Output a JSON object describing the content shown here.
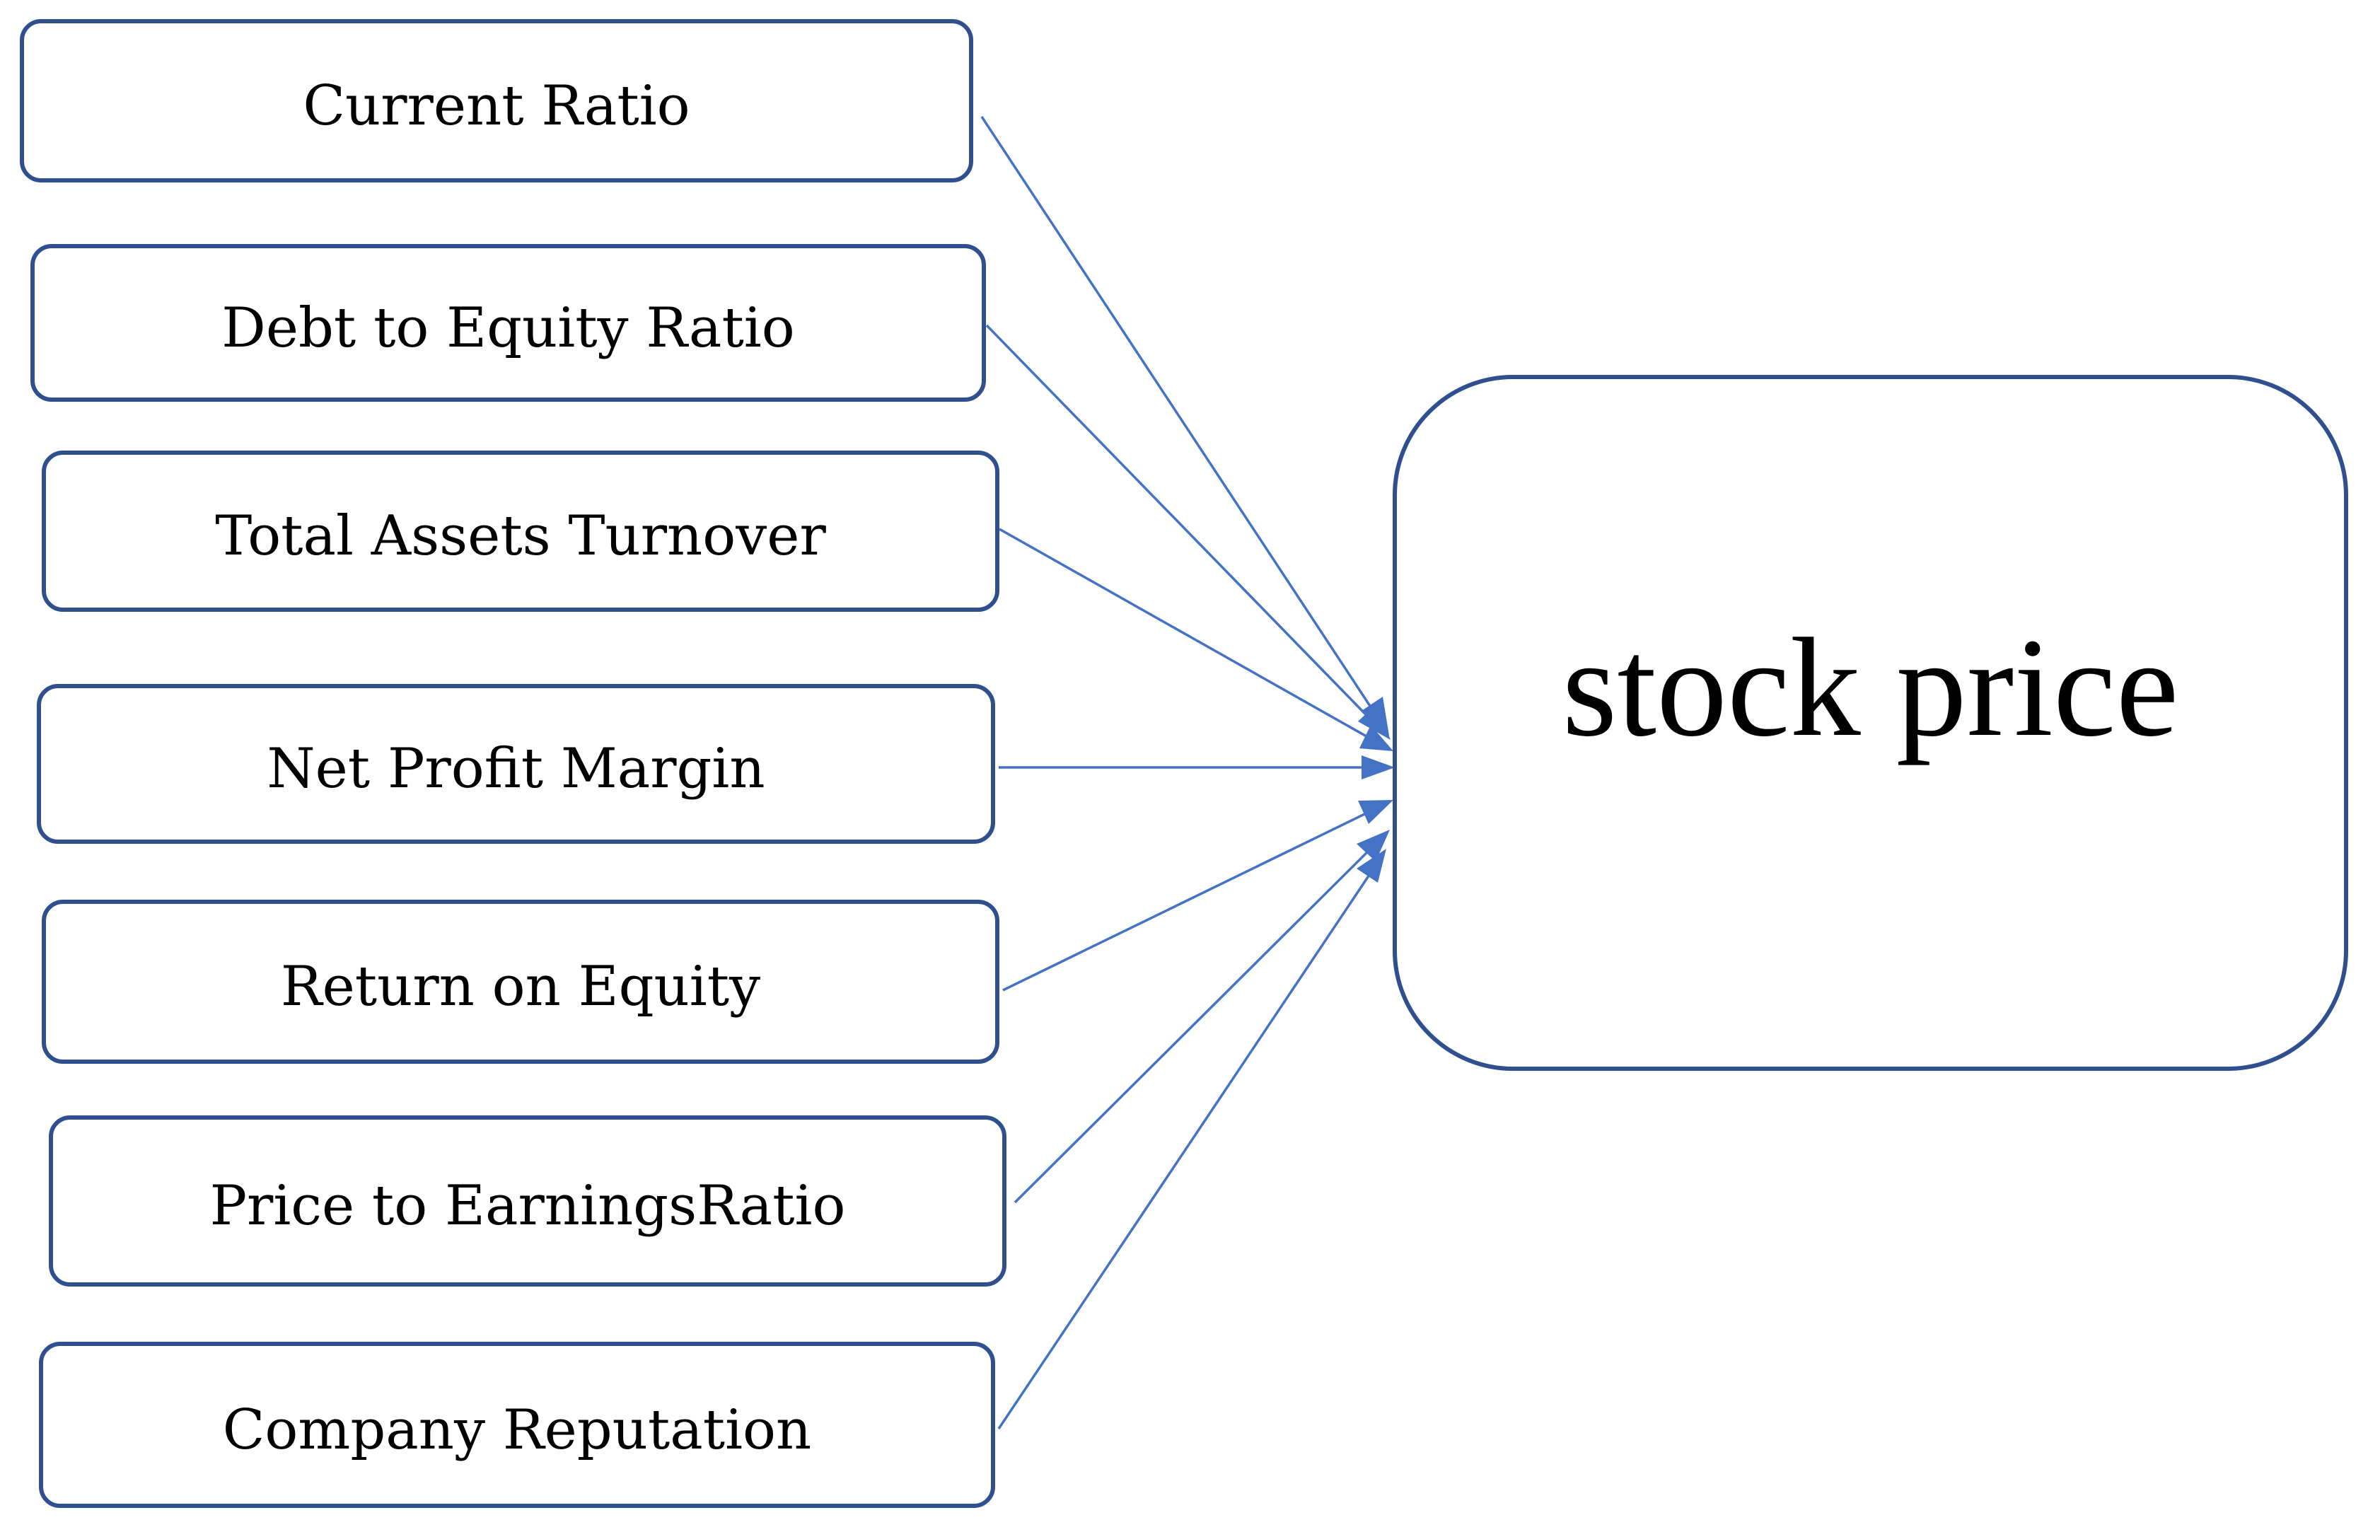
{
  "diagram": {
    "factors": [
      {
        "label": "Current Ratio"
      },
      {
        "label": "Debt to Equity Ratio"
      },
      {
        "label": "Total Assets Turnover"
      },
      {
        "label": "Net Profit Margin"
      },
      {
        "label": "Return on Equity"
      },
      {
        "label": "Price to EarningsRatio"
      },
      {
        "label": "Company Reputation"
      }
    ],
    "outcome": {
      "label": "stock price"
    },
    "colors": {
      "box_border": "#2f4f8f",
      "arrow": "#4472c4"
    }
  }
}
